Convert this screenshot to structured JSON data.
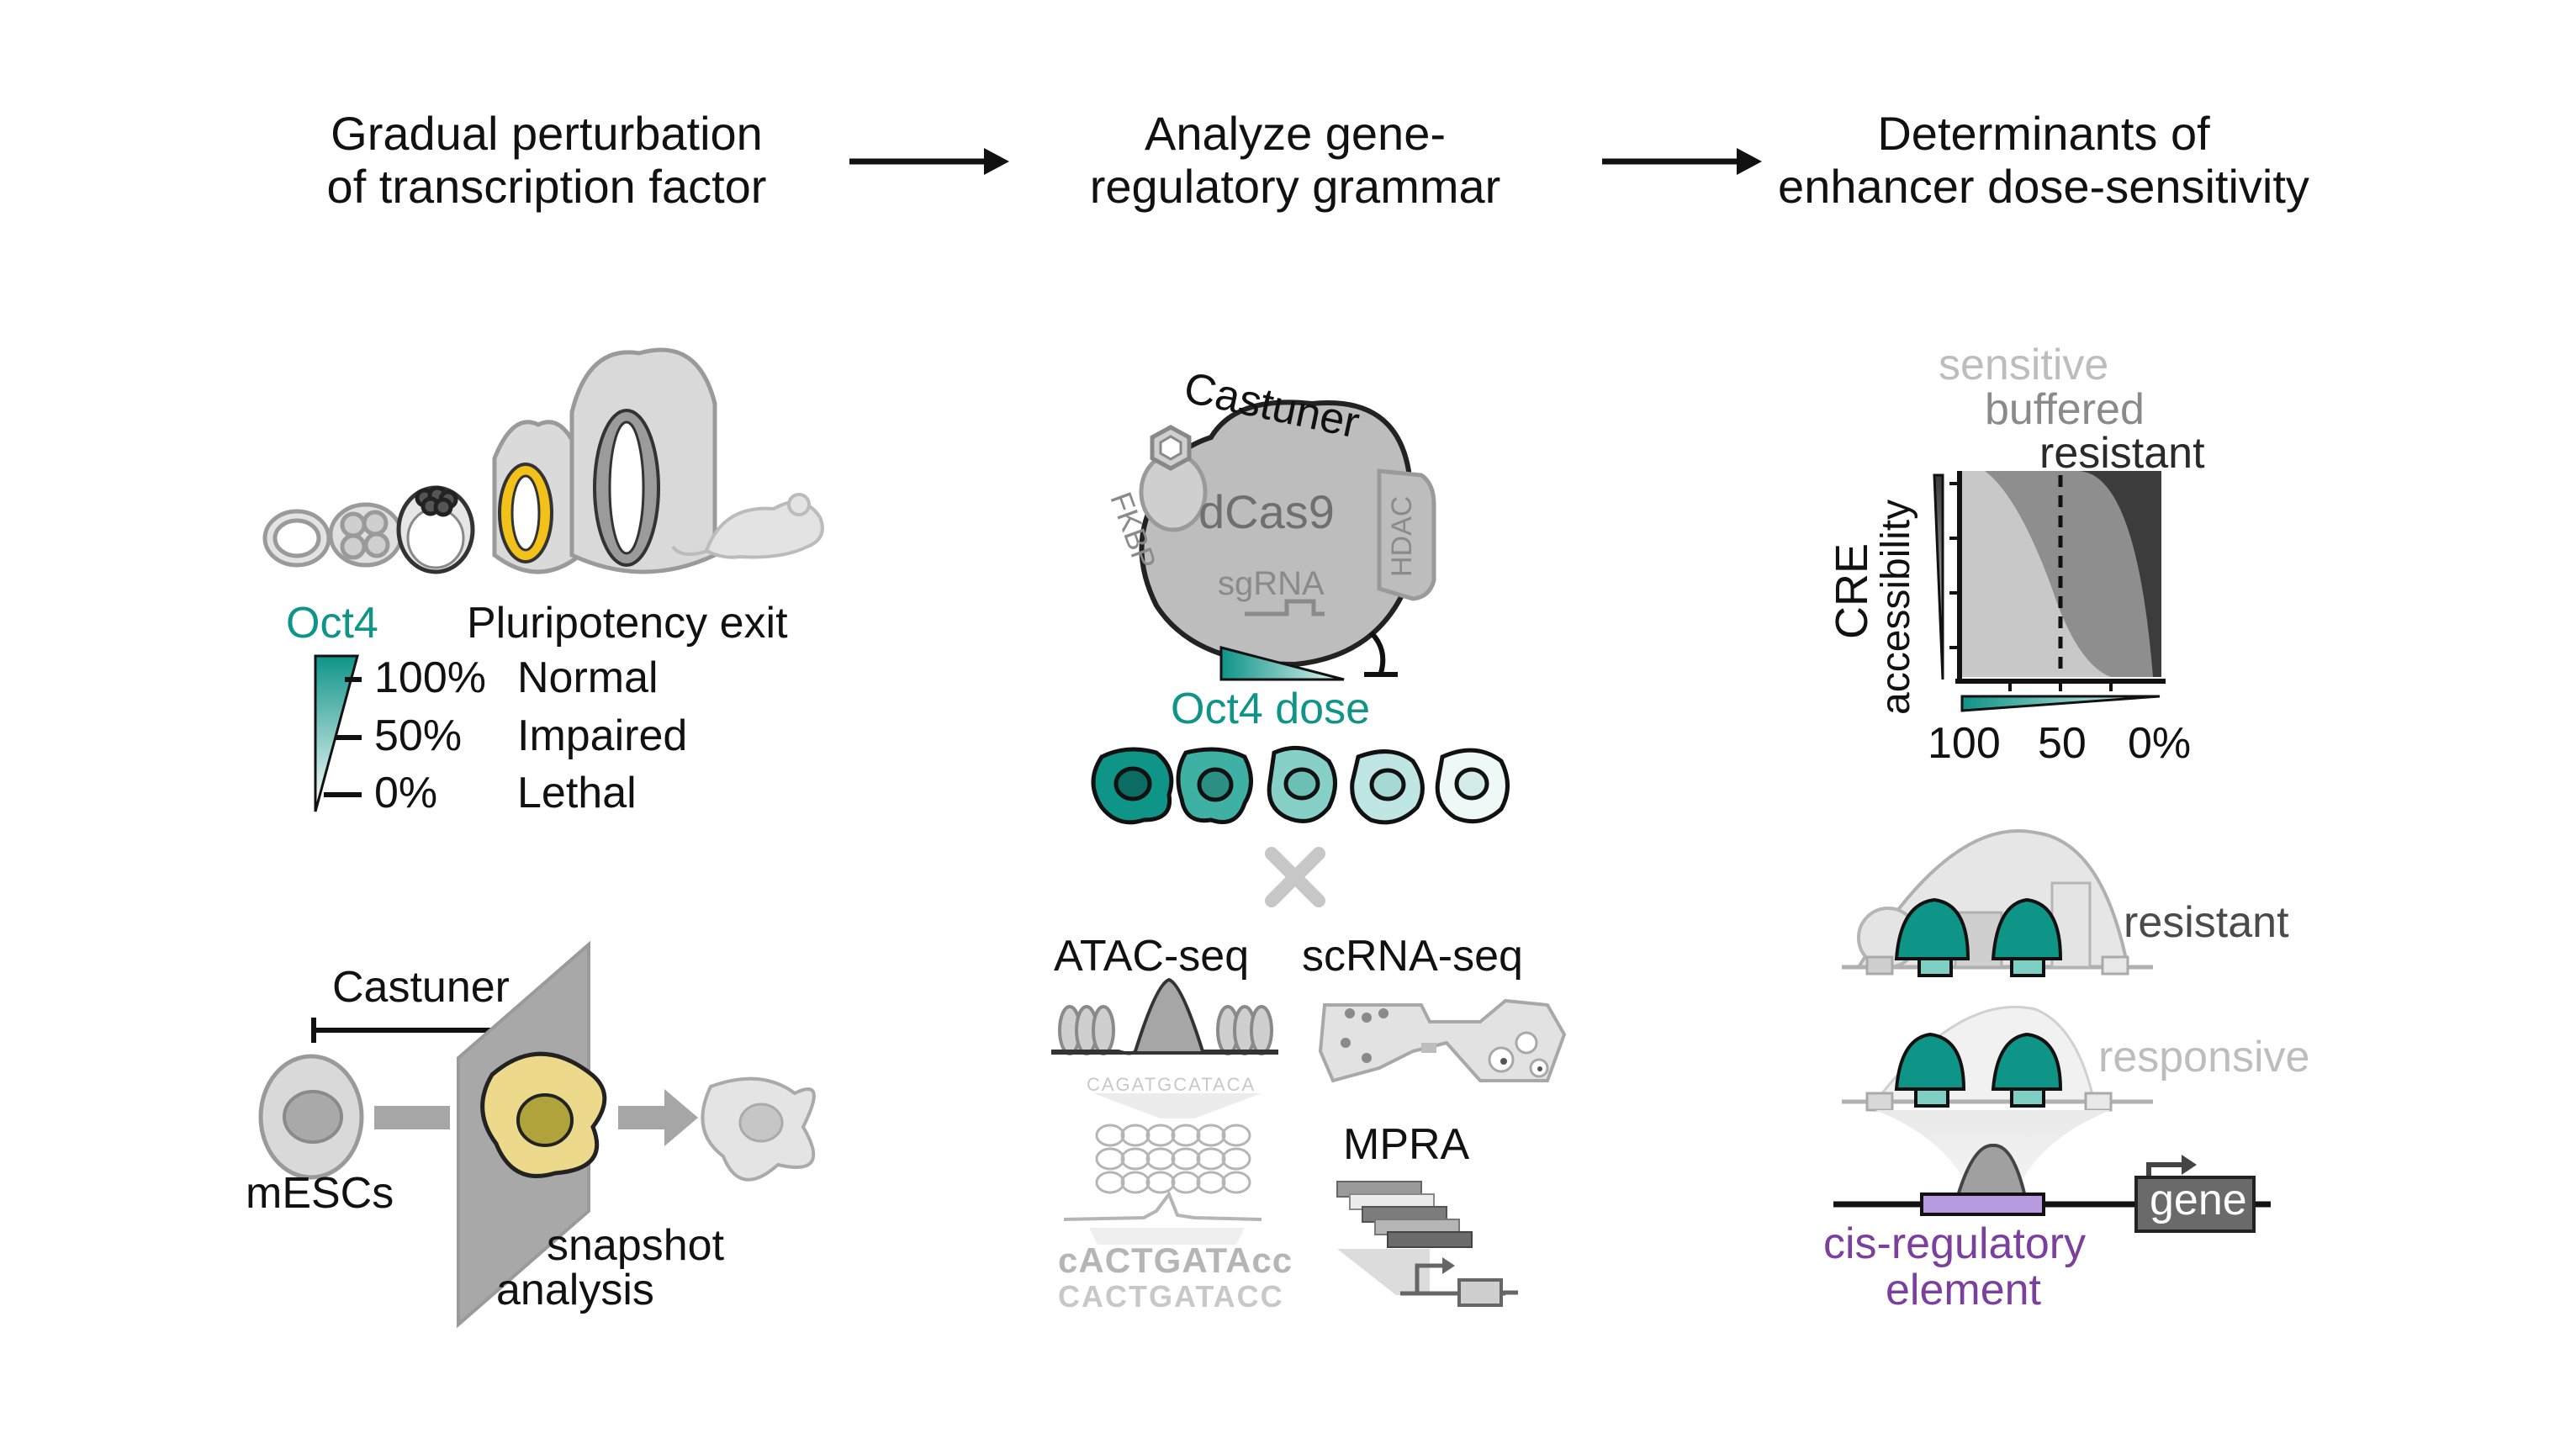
{
  "steps": [
    {
      "line1": "Gradual perturbation",
      "line2": "of transcription factor"
    },
    {
      "line1": "Analyze gene-",
      "line2": "regulatory grammar"
    },
    {
      "line1": "Determinants of",
      "line2": "enhancer dose-sensitivity"
    }
  ],
  "panel1": {
    "tf_label": "Oct4",
    "exit_label": "Pluripotency exit",
    "levels": [
      {
        "dose": "100%",
        "outcome": "Normal"
      },
      {
        "dose": "50%",
        "outcome": "Impaired"
      },
      {
        "dose": "0%",
        "outcome": "Lethal"
      }
    ],
    "castuner_label": "Castuner",
    "cells_label": "mESCs",
    "analysis_label_1": "snapshot",
    "analysis_label_2": "analysis"
  },
  "panel2": {
    "tool_label": "Castuner",
    "fkbp_label": "FKBP",
    "dcas9_label": "dCas9",
    "hdac_label": "HDAC",
    "sgrna_label": "sgRNA",
    "dose_label": "Oct4 dose",
    "assays": {
      "atac": "ATAC-seq",
      "scrna": "scRNA-seq",
      "mpra": "MPRA"
    },
    "sequence_top": "CAGATGCATACA",
    "motif_logo": "cACTGATAcc",
    "motif_seq": "CACTGATACC"
  },
  "panel3": {
    "categories": [
      "sensitive",
      "buffered",
      "resistant"
    ],
    "y_label_1": "CRE",
    "y_label_2": "accessibility",
    "x_ticks": [
      "100",
      "50",
      "0%"
    ],
    "model_resistant": "resistant",
    "model_responsive": "responsive",
    "element_label_1": "cis-regulatory",
    "element_label_2": "element",
    "gene_label": "gene"
  },
  "colors": {
    "teal": "#0f9488",
    "teal_light": "#bfe6e2",
    "grey_light": "#d6d6d6",
    "grey_mid": "#a8a8a8",
    "grey_dark": "#3c3c3c",
    "yellow": "#f2c21a",
    "purple": "#b79be0",
    "purple_text": "#7b3f9e"
  },
  "icons": [
    "arrow-right-icon",
    "cross-icon",
    "mouse-icon",
    "cell-icon",
    "embryo-icon",
    "nucleosome-icon",
    "tss-arrow-icon",
    "plasmid-icon"
  ]
}
